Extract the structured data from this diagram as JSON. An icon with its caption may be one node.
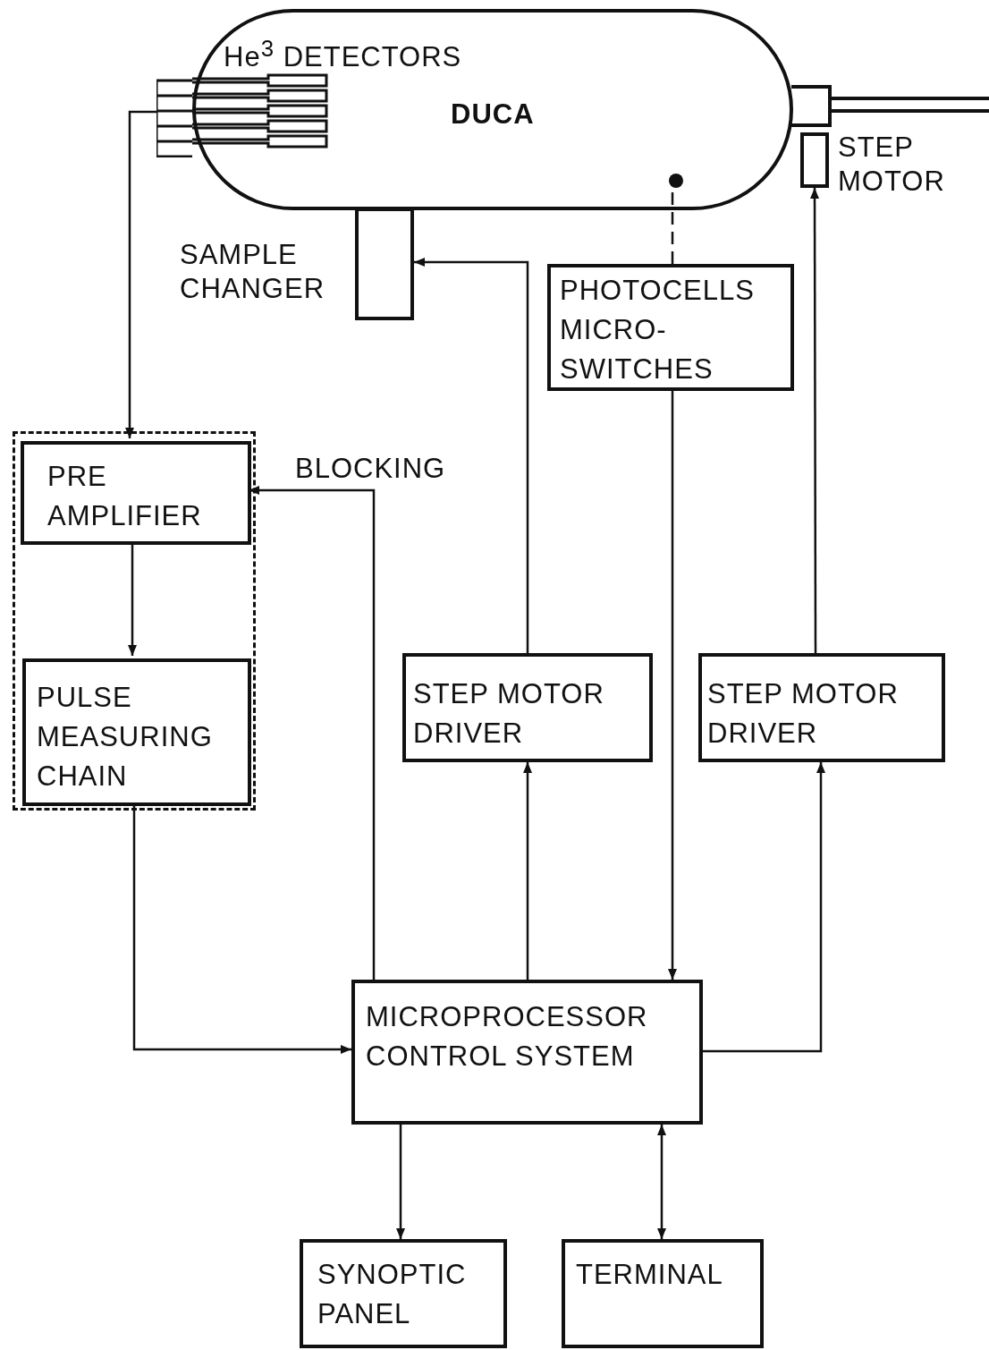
{
  "diagram": {
    "nodes": [
      {
        "text": [
          "DUCA"
        ]
      },
      {
        "text": [
          "He$^{3}$ DETECTORS"
        ]
      },
      {
        "text": [],
        "shape": "box",
        "beside": [
          "SAMPLE CHANGER"
        ]
      },
      {
        "text": [],
        "shape": "box",
        "beside": [
          "STEP MOTOR"
        ]
      },
      {
        "text": [],
        "shape": "circle",
        "in": 0
      },
      {
        "text": [
          "PHOTOCELLS MICRO- SWITCHES"
        ]
      },
      {
        "text": [],
        "shape": "box"
      },
      {
        "text": [
          "PRE AMPLIFIER"
        ],
        "in": 6
      },
      {
        "text": [
          "PULSE MEASURING CHAIN"
        ],
        "in": 6
      },
      {
        "text": [
          "STEP MOTOR DRIVER"
        ]
      },
      {
        "text": [
          "STEP MOTOR DRIVER"
        ]
      },
      {
        "text": [
          "MICROPROCESSOR CONTROL SYSTEM"
        ]
      },
      {
        "text": [
          "SYNOPTIC PANEL"
        ]
      },
      {
        "text": [
          "TERMINAL"
        ]
      }
    ],
    "edges": [
      {
        "from": 1,
        "to": 7,
        "arrow": "to"
      },
      {
        "from": 7,
        "to": 8,
        "arrow": "to"
      },
      {
        "from": 8,
        "to": 11,
        "arrow": "to"
      },
      {
        "from": 11,
        "to": 7,
        "arrow": "to",
        "label": "BLOCKING"
      },
      {
        "from": 11,
        "to": 9,
        "arrow": "to"
      },
      {
        "from": 9,
        "to": 2,
        "arrow": "to"
      },
      {
        "from": 5,
        "to": 4,
        "arrow": "none",
        "style": "dashed"
      },
      {
        "from": 5,
        "to": 11,
        "arrow": "to"
      },
      {
        "from": 11,
        "to": 10,
        "arrow": "to"
      },
      {
        "from": 10,
        "to": 3,
        "arrow": "to"
      },
      {
        "from": 11,
        "to": 12,
        "arrow": "to"
      },
      {
        "from": 11,
        "to": 13,
        "arrow": "both"
      }
    ]
  }
}
